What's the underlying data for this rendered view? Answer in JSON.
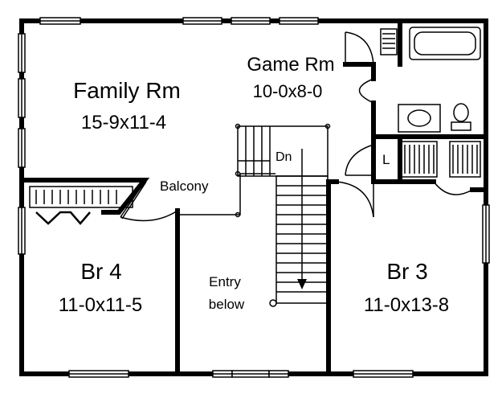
{
  "rooms": {
    "family": {
      "name": "Family Rm",
      "size": "15-9x11-4"
    },
    "game": {
      "name": "Game Rm",
      "size": "10-0x8-0"
    },
    "br4": {
      "name": "Br 4",
      "size": "11-0x11-5"
    },
    "br3": {
      "name": "Br 3",
      "size": "11-0x13-8"
    },
    "entry": {
      "line1": "Entry",
      "line2": "below"
    }
  },
  "labels": {
    "balcony": "Balcony",
    "stairs_down": "Dn",
    "linen": "L"
  },
  "colors": {
    "line": "#000000",
    "background": "#ffffff"
  }
}
